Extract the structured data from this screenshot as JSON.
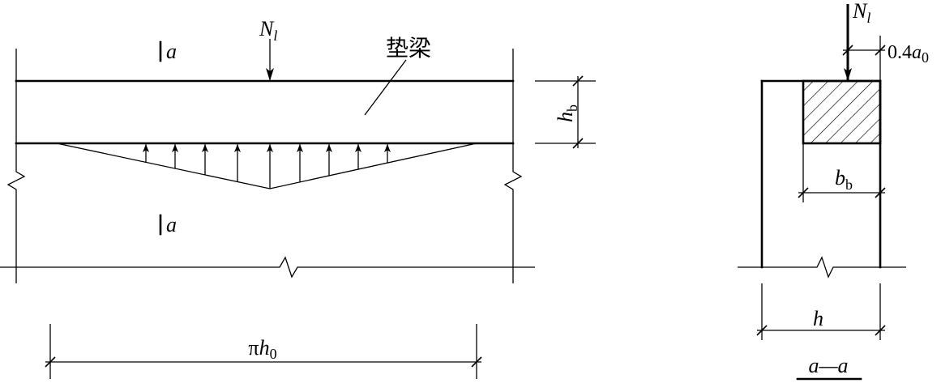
{
  "colors": {
    "ink": "#000000",
    "background": "#ffffff"
  },
  "elevation": {
    "load": {
      "base": "N",
      "sub": "l"
    },
    "section_mark_top": "a",
    "section_mark_bottom": "a",
    "pad_beam_label": "垫梁",
    "pad_beam_height": {
      "base": "h",
      "sub": "b"
    },
    "distribution_length": {
      "prefix": "π",
      "base": "h",
      "sub": "0"
    }
  },
  "section": {
    "load": {
      "base": "N",
      "sub": "l"
    },
    "load_eccentricity": {
      "coef": "0.4",
      "base": "a",
      "sub": "0"
    },
    "pad_beam_width": {
      "base": "b",
      "sub": "b"
    },
    "wall_thickness": "h",
    "title": "a—a"
  }
}
